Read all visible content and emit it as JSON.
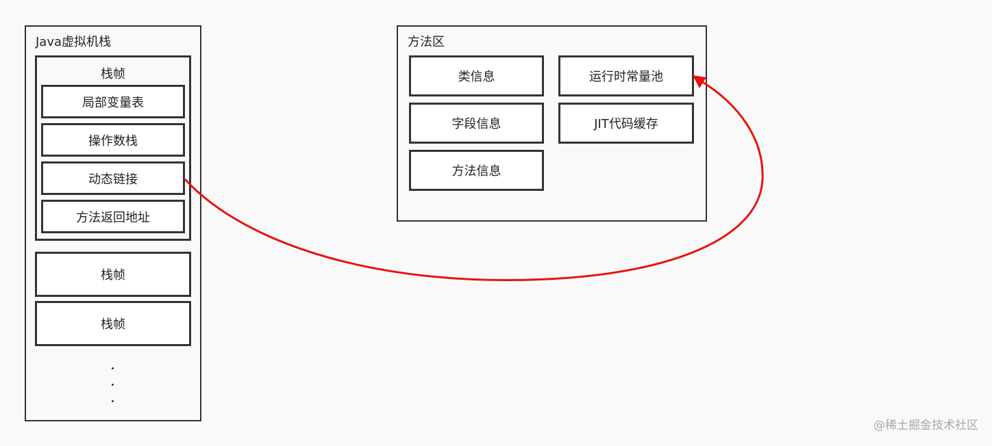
{
  "stack": {
    "title": "Java虚拟机栈",
    "current_frame": {
      "title": "栈帧",
      "items": [
        "局部变量表",
        "操作数栈",
        "动态链接",
        "方法返回地址"
      ]
    },
    "frames": [
      "栈帧",
      "栈帧"
    ],
    "ellipsis": ".\n.\n."
  },
  "method_area": {
    "title": "方法区",
    "left_items": [
      "类信息",
      "字段信息",
      "方法信息"
    ],
    "right_items": [
      "运行时常量池",
      "JIT代码缓存"
    ]
  },
  "arrow": {
    "from": "动态链接",
    "to": "运行时常量池",
    "color": "#e8120c"
  },
  "watermark": "@稀土掘金技术社区"
}
